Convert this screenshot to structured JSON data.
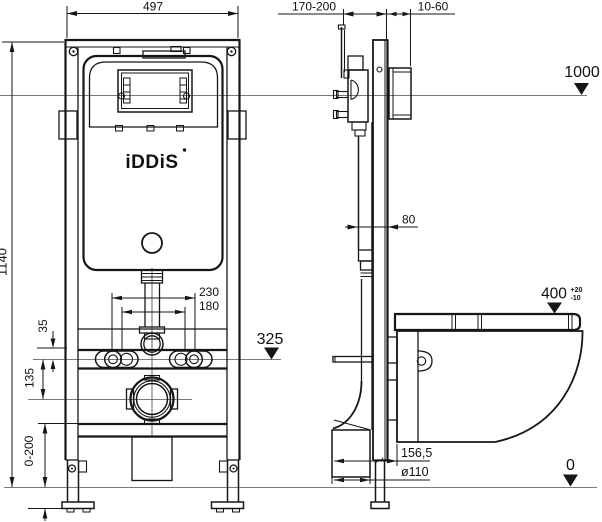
{
  "brand": {
    "logo": "iDDiS"
  },
  "dims": {
    "frame_width": "497",
    "frame_height": "1140",
    "wall_distance": "170-200",
    "finish_thickness": "10-60",
    "profile_depth": "80",
    "stud_span_outer": "230",
    "stud_span_inner": "180",
    "rail_to_anchor": "35",
    "anchor_to_drain": "135",
    "foot_adjust": "0-200",
    "drain_to_bowl": "156,5",
    "drain_pipe": "ø110"
  },
  "levels": {
    "flush_button": "1000",
    "anchor_axis": "325",
    "bowl_top": "400",
    "bowl_top_plus": "+20",
    "bowl_top_minus": "-10",
    "floor": "0"
  }
}
